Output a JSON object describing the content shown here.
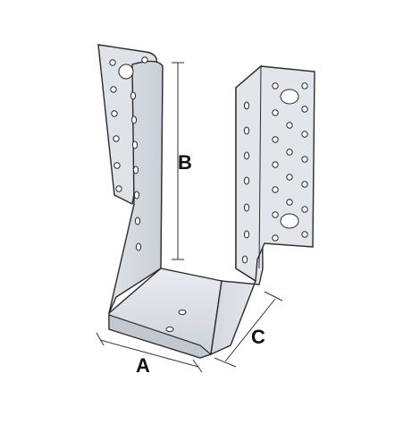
{
  "figure": {
    "subject": "joist-hanger-bracket",
    "colors": {
      "metal_light": "#e3e6ea",
      "metal_mid": "#cfd4da",
      "metal_dark": "#b7bdc4",
      "outline": "#2b2b2b",
      "hole": "#ffffff"
    }
  },
  "dimensions": {
    "a": "A",
    "b": "B",
    "c": "C"
  }
}
